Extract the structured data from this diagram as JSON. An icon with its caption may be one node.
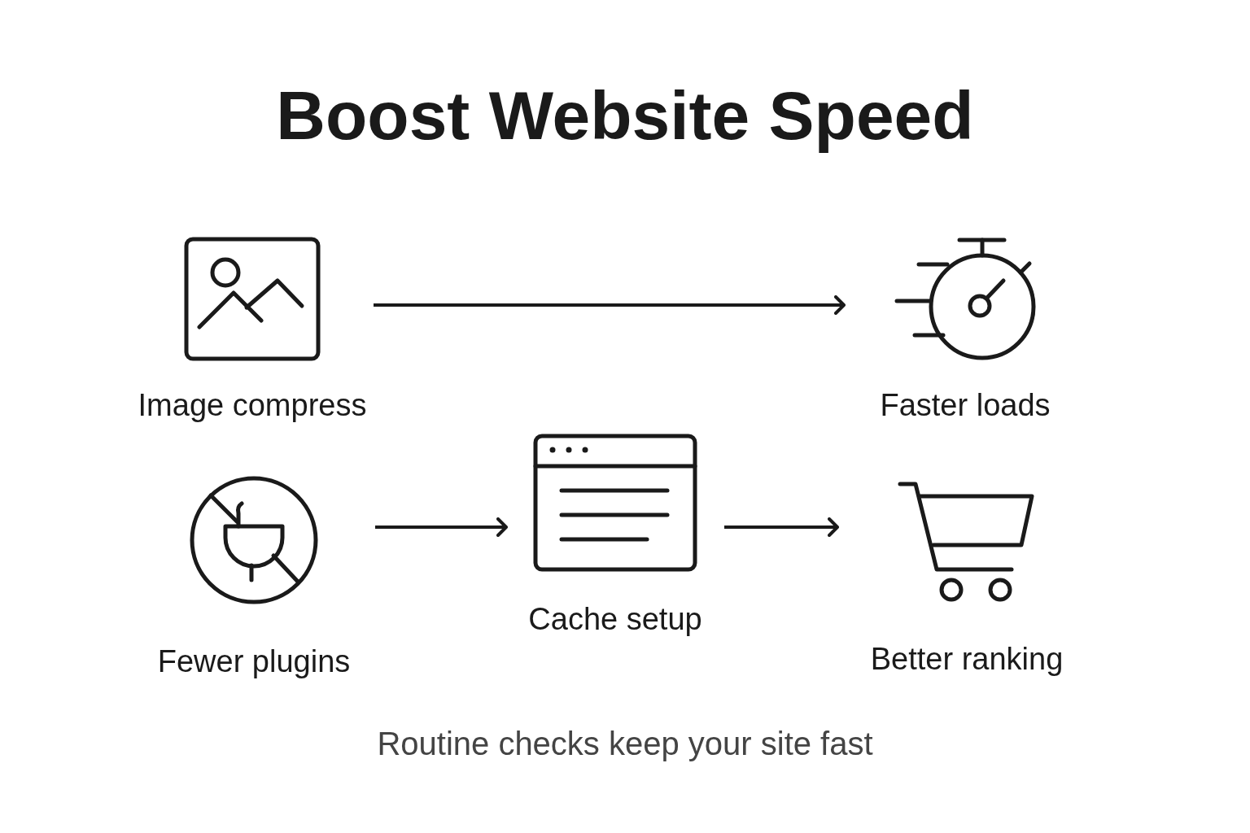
{
  "diagram": {
    "title": "Boost Website Speed",
    "caption": "Routine checks keep your site fast",
    "nodes": [
      {
        "text": [
          "Image compress"
        ]
      },
      {
        "text": [
          "Faster loads"
        ]
      },
      {
        "text": [
          "Fewer plugins"
        ]
      },
      {
        "text": [
          "Cache setup"
        ]
      },
      {
        "text": [
          "Better ranking"
        ]
      }
    ],
    "edges": [
      {
        "from": 0,
        "to": 1,
        "arrow": "to"
      },
      {
        "from": 2,
        "to": 3,
        "arrow": "to"
      },
      {
        "from": 3,
        "to": 4,
        "arrow": "to"
      }
    ]
  }
}
